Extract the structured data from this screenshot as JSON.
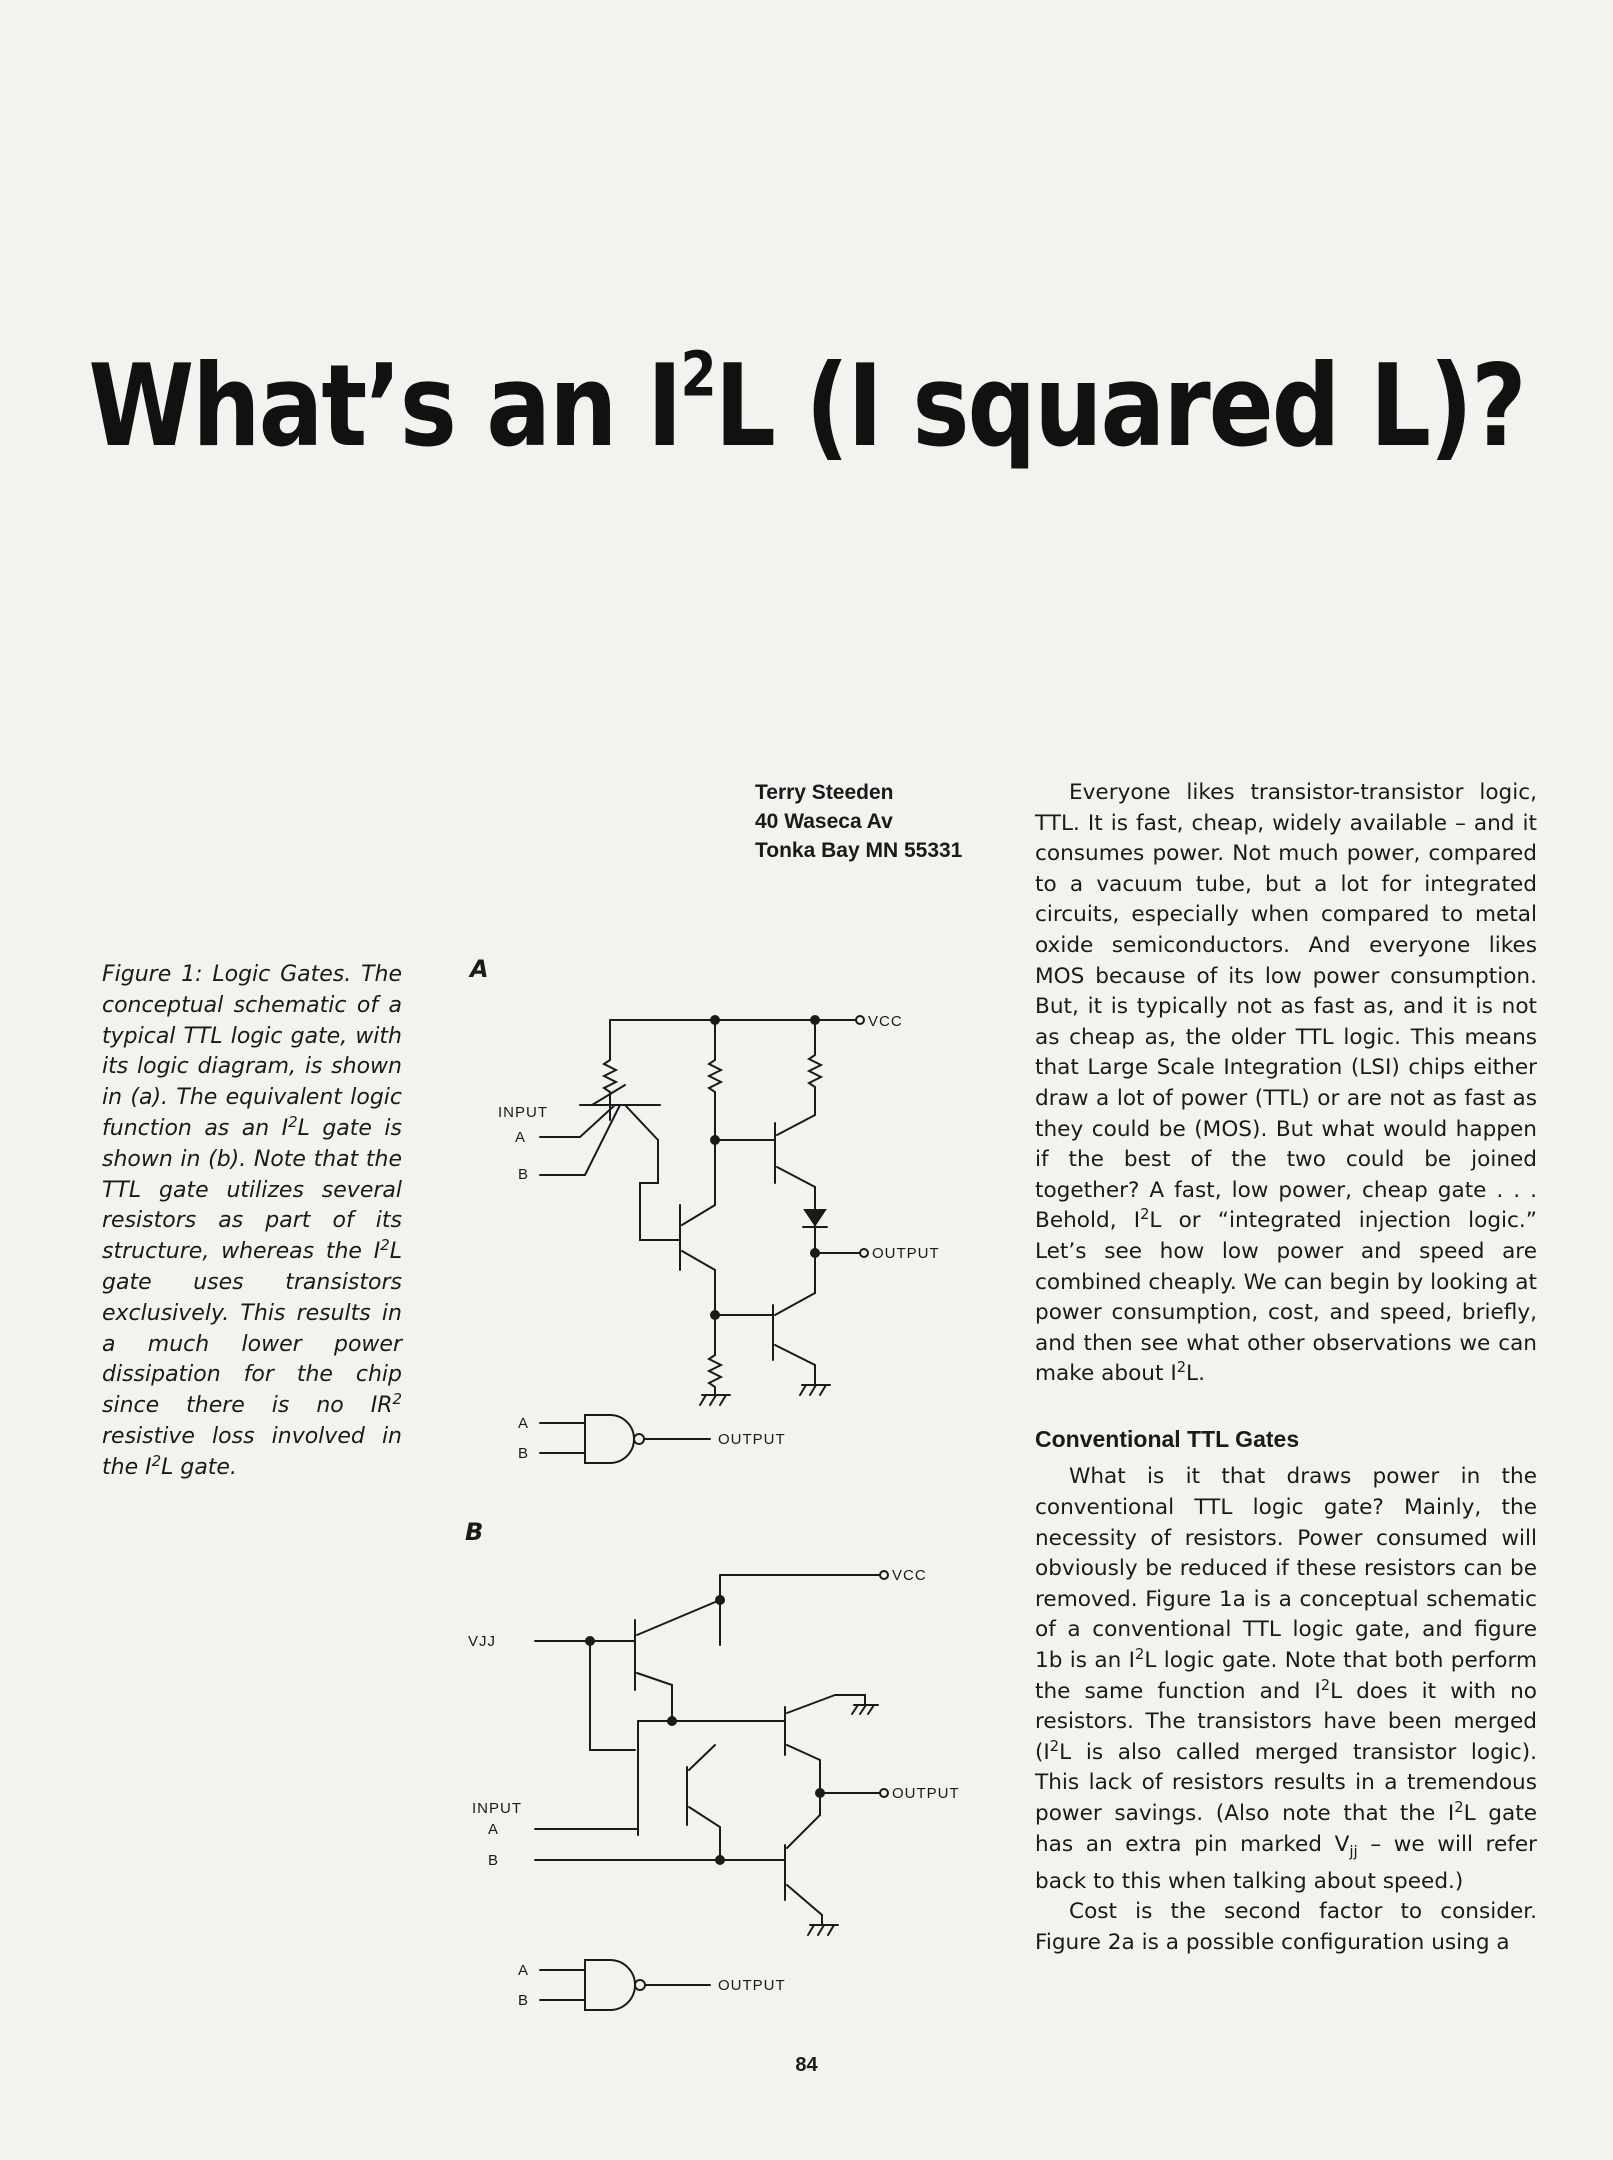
{
  "title": {
    "before": "What’s an I",
    "sup": "2",
    "after": "L (I squared L)?"
  },
  "byline": [
    "Terry Steeden",
    "40 Waseca Av",
    "Tonka Bay MN 55331"
  ],
  "caption": {
    "t1": "Figure 1: Logic Gates. The conceptual schematic of a typical TTL logic gate, with its logic diagram, is shown in (a). The equivalent logic function as an I",
    "t2": "L gate is shown in (b). Note that the TTL gate utilizes several resistors as part of its structure, whereas the I",
    "t3": "L gate uses transistors exclusively. This results in a much lower power dissipation for the chip since there is no IR",
    "t4": " resistive loss involved in the I",
    "t5": "L gate.",
    "sup": "2"
  },
  "figure": {
    "label_a": "A",
    "label_b": "B",
    "vcc": "VCC",
    "output": "OUTPUT",
    "input": "INPUT",
    "in_a": "A",
    "in_b": "B",
    "vjj": "VJJ"
  },
  "body": {
    "p1": {
      "a": "Everyone likes transistor-transistor logic, TTL. It is fast, cheap, widely available – and it consumes power. Not much power, compared to a vacuum tube, but a lot for integrated circuits, especially when compared to metal oxide semiconductors. And everyone likes MOS because of its low power consumption. But, it is typically not as fast as, and it is not as cheap as, the older TTL logic. This means that Large Scale Integration (LSI) chips either draw a lot of power (TTL) or are not as fast as they could be (MOS). But what would happen if the best of the two could be joined together? A fast, low power, cheap gate . . . Behold, I",
      "b": "L or “integrated injection logic.” Let’s see how low power and speed are combined cheaply. We can begin by looking at power consumption, cost, and speed, briefly, and then see what other observations we can make about I",
      "c": "L."
    },
    "heading": "Conventional TTL Gates",
    "p2": {
      "a": "What is it that draws power in the conventional TTL logic gate? Mainly, the necessity of resistors. Power consumed will obviously be reduced if these resistors can be removed. Figure 1a is a conceptual schematic of a conventional TTL logic gate, and figure 1b is an I",
      "b": "L logic gate. Note that both perform the same function and I",
      "c": "L does it with no resistors. The transistors have been merged (I",
      "d": "L is also called merged transistor logic). This lack of resistors results in a tremendous power savings. (Also note that the I",
      "e": "L gate has an extra pin marked V",
      "sub": "jj",
      "f": " – we will refer back to this when talking about speed.)"
    },
    "p3": "Cost is the second factor to consider. Figure 2a is a possible configuration using a",
    "sup": "2"
  },
  "page_number": "84"
}
